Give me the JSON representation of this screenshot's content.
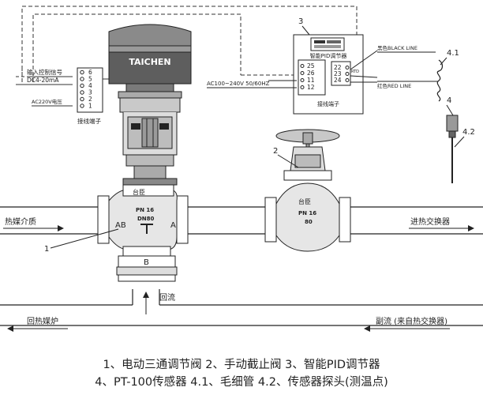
{
  "actuator": {
    "brand": "TAICHEN"
  },
  "terminal_block_left": {
    "input_label": "输入控制信号",
    "signal_label": "DC4-20mA",
    "power_label": "AC220V电压",
    "caption": "接线端子",
    "terminals": [
      "6",
      "5",
      "4",
      "3",
      "2",
      "1"
    ]
  },
  "pid_controller": {
    "callout": "3",
    "title": "智能PID调节器",
    "terminals_left": [
      "25",
      "26",
      "11",
      "12"
    ],
    "terminals_right": [
      "22",
      "23",
      "24"
    ],
    "rtd_label": "RTD",
    "supply_label": "AC100~240V 50/60HZ",
    "caption": "接线端子",
    "black_line": "黑色BLACK LINE",
    "red_line": "红色RED LINE"
  },
  "sensor_callouts": {
    "sensor": "4",
    "capillary": "4.1",
    "probe": "4.2"
  },
  "three_way_valve": {
    "callout": "1",
    "brand": "台臣",
    "pn": "PN 16",
    "dn": "DN80",
    "port_ab": "AB",
    "port_a": "A",
    "port_b": "B"
  },
  "stop_valve": {
    "callout": "2",
    "brand": "台臣",
    "pn": "PN 16",
    "dn": "80"
  },
  "flows": {
    "heat_medium": "热媒介质",
    "to_exchanger": "进热交换器",
    "return_flow": "回流",
    "return_boiler": "回热媒炉",
    "secondary_flow": "副流 (来自热交换器)"
  },
  "legend": {
    "line1": "1、电动三通调节阀  2、手动截止阀  3、智能PID调节器",
    "line2": "4、PT-100传感器  4.1、毛细管 4.2、传感器探头(测温点)"
  }
}
